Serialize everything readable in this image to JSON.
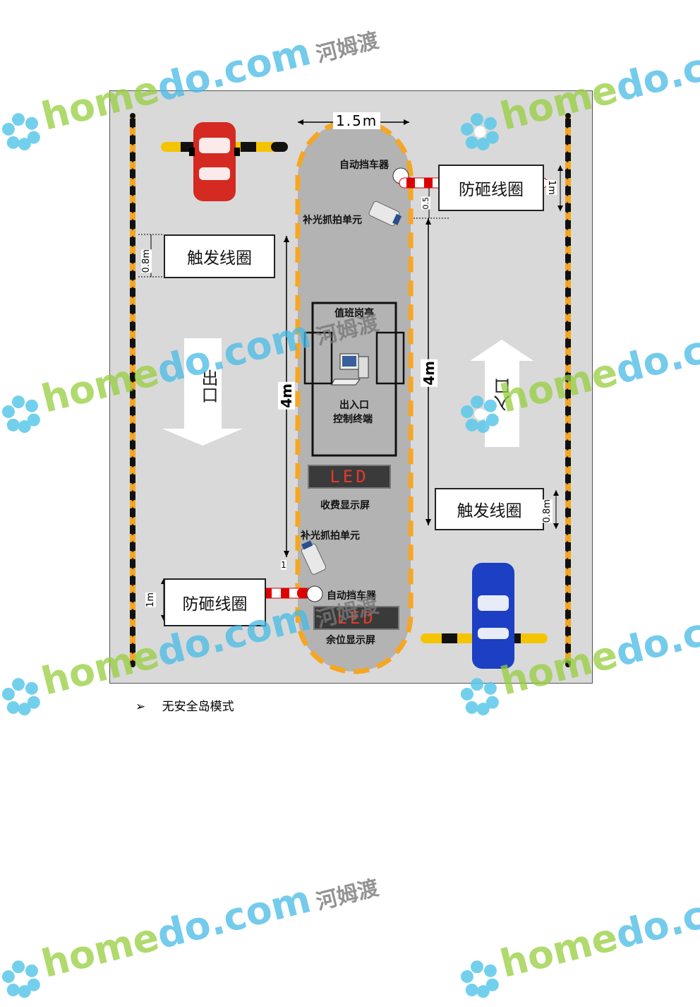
{
  "diagram": {
    "width_label": "1.5m",
    "left_side": {
      "trigger_coil": "触发线圈",
      "trigger_coil_dim": "0.8m",
      "anti_smash_coil": "防砸线圈",
      "anti_smash_dim": "1m",
      "direction_label": "出口"
    },
    "right_side": {
      "trigger_coil": "触发线圈",
      "trigger_coil_dim": "0.8m",
      "anti_smash_coil": "防砸线圈",
      "anti_smash_dim": "1m",
      "direction_label": "入口"
    },
    "island": {
      "barrier_top": "自动挡车器",
      "camera_top": "补光抓拍单元",
      "camera_top_dim": "0.5",
      "booth": "值班岗亭",
      "terminal_line1": "出入口",
      "terminal_line2": "控制终端",
      "led_fee_text": "LED",
      "led_fee_label": "收费显示屏",
      "camera_bottom": "补光抓拍单元",
      "camera_bottom_dim": "1",
      "barrier_bottom": "自动挡车器",
      "led_space_text": "LED",
      "led_space_label": "余位显示屏"
    },
    "left_distance": "4m",
    "right_distance": "4m",
    "car_top_color": "#d42a22",
    "car_bottom_color": "#1c3fc4",
    "island_border_color": "#f5a623"
  },
  "caption": {
    "bullet": "➢",
    "text": "无安全岛模式"
  },
  "watermark": {
    "brand_green": "home",
    "brand_blue": "do.com",
    "brand_mid": "d",
    "chinese": "河姆渡"
  }
}
